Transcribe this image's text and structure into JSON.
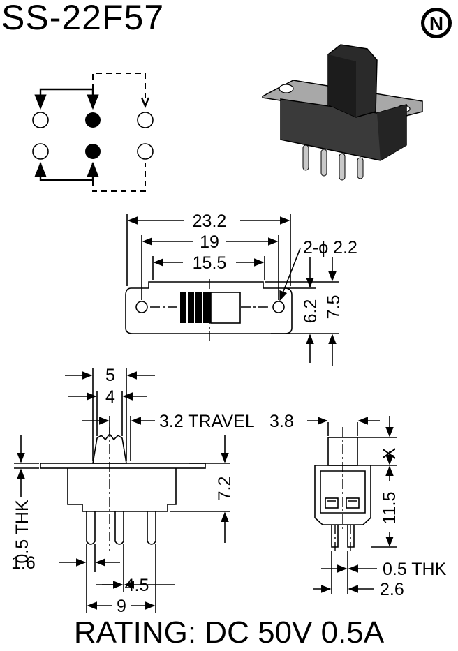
{
  "title": "SS-22F57",
  "rating": "RATING: DC 50V 0.5A",
  "logo": {
    "letter": "N",
    "icon": "brand-logo-icon"
  },
  "top_view_dims": {
    "overall_width": "23.2",
    "mount_hole_pitch": "19",
    "body_width": "15.5",
    "hole_spec": "2-ϕ 2.2",
    "body_height": "6.2",
    "overall_height": "7.5"
  },
  "side_view_dims": {
    "actuator_width": "5",
    "actuator_tip_width": "4",
    "travel": "3.2 TRAVEL",
    "body_height": "7.2",
    "frame_thickness": "0.5 THK",
    "pin_width": "1.6",
    "pin_pitch": "4.5",
    "pin_span": "9"
  },
  "end_view_dims": {
    "actuator_width": "3.8",
    "actuator_height": "X",
    "height": "11.5",
    "pin_thickness": "0.5 THK",
    "pin_spacing": "2.6"
  },
  "colors": {
    "ink": "#000000",
    "background": "#ffffff",
    "photo_body": "#3a3a3a",
    "photo_frame": "#9a9a9a"
  }
}
